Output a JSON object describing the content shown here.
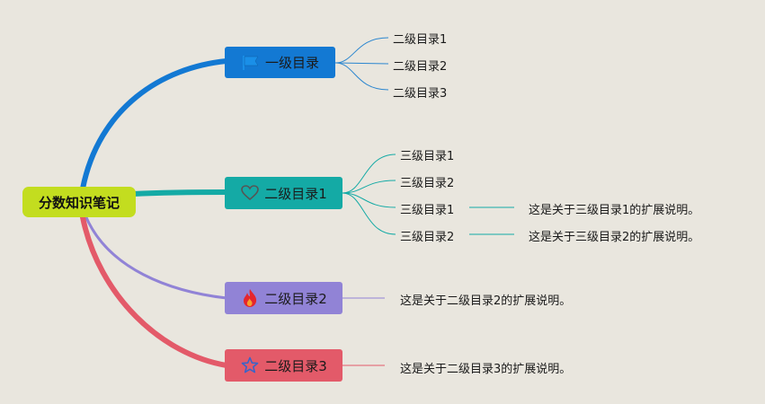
{
  "root": {
    "label": "分数知识笔记"
  },
  "branches": [
    {
      "label": "一级目录",
      "icon": "flag-icon",
      "color": "#1379d3",
      "children": [
        "二级目录1",
        "二级目录2",
        "二级目录3"
      ]
    },
    {
      "label": "二级目录1",
      "icon": "heart-icon",
      "color": "#14aaa5",
      "children": [
        "三级目录1",
        "三级目录2",
        "三级目录1",
        "三级目录2"
      ],
      "notes": [
        "这是关于三级目录1的扩展说明。",
        "这是关于三级目录2的扩展说明。"
      ]
    },
    {
      "label": "二级目录2",
      "icon": "fire-icon",
      "color": "#9183d6",
      "note": "这是关于二级目录2的扩展说明。"
    },
    {
      "label": "二级目录3",
      "icon": "star-icon",
      "color": "#e35a69",
      "note": "这是关于二级目录3的扩展说明。"
    }
  ]
}
